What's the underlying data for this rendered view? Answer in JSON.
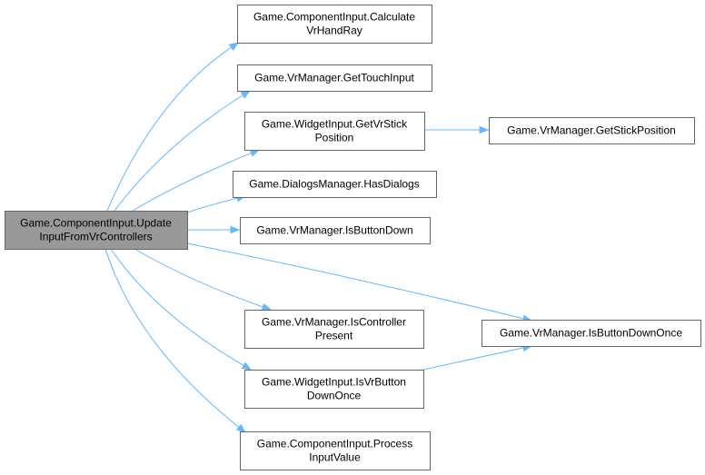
{
  "diagram": {
    "type": "call-graph",
    "colors": {
      "edge": "#63b8ff",
      "node_border": "#666666",
      "node_fill": "#ffffff",
      "root_fill": "#999999",
      "text": "#000000"
    },
    "nodes": [
      {
        "id": "root",
        "lines": [
          "Game.ComponentInput.Update",
          "InputFromVrControllers"
        ],
        "root": true
      },
      {
        "id": "calc_hand_ray",
        "lines": [
          "Game.ComponentInput.Calculate",
          "VrHandRay"
        ]
      },
      {
        "id": "get_touch_input",
        "lines": [
          "Game.VrManager.GetTouchInput"
        ]
      },
      {
        "id": "get_vr_stick_position",
        "lines": [
          "Game.WidgetInput.GetVrStick",
          "Position"
        ]
      },
      {
        "id": "get_stick_position",
        "lines": [
          "Game.VrManager.GetStickPosition"
        ]
      },
      {
        "id": "has_dialogs",
        "lines": [
          "Game.DialogsManager.HasDialogs"
        ]
      },
      {
        "id": "is_button_down",
        "lines": [
          "Game.VrManager.IsButtonDown"
        ]
      },
      {
        "id": "is_controller_present",
        "lines": [
          "Game.VrManager.IsController",
          "Present"
        ]
      },
      {
        "id": "is_button_down_once",
        "lines": [
          "Game.VrManager.IsButtonDownOnce"
        ]
      },
      {
        "id": "is_vr_button_down_once",
        "lines": [
          "Game.WidgetInput.IsVrButton",
          "DownOnce"
        ]
      },
      {
        "id": "process_input_value",
        "lines": [
          "Game.ComponentInput.Process",
          "InputValue"
        ]
      }
    ],
    "edges": [
      {
        "from": "root",
        "to": "calc_hand_ray"
      },
      {
        "from": "root",
        "to": "get_touch_input"
      },
      {
        "from": "root",
        "to": "get_vr_stick_position"
      },
      {
        "from": "get_vr_stick_position",
        "to": "get_stick_position"
      },
      {
        "from": "root",
        "to": "has_dialogs"
      },
      {
        "from": "root",
        "to": "is_button_down"
      },
      {
        "from": "root",
        "to": "is_button_down_once"
      },
      {
        "from": "root",
        "to": "is_controller_present"
      },
      {
        "from": "root",
        "to": "is_vr_button_down_once"
      },
      {
        "from": "is_vr_button_down_once",
        "to": "is_button_down_once"
      },
      {
        "from": "root",
        "to": "process_input_value"
      }
    ]
  }
}
